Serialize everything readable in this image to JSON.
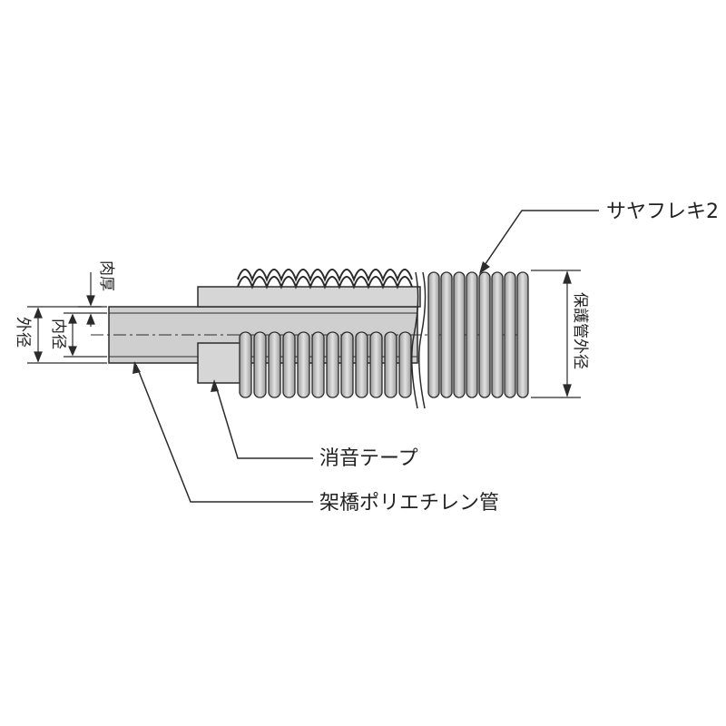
{
  "labels": {
    "outer_sheath": "サヤフレキ2",
    "sound_tape": "消音テープ",
    "pex_pipe": "架橋ポリエチレン管",
    "wall_thickness": "肉厚",
    "outer_diameter": "外径",
    "inner_diameter": "内径",
    "sheath_outer_diameter": "保護管外径"
  },
  "colors": {
    "line": "#2b2b2b",
    "fill": "#b9b9b9",
    "fill_light": "#e6e6e6",
    "fill_dark": "#8f8f8f"
  }
}
